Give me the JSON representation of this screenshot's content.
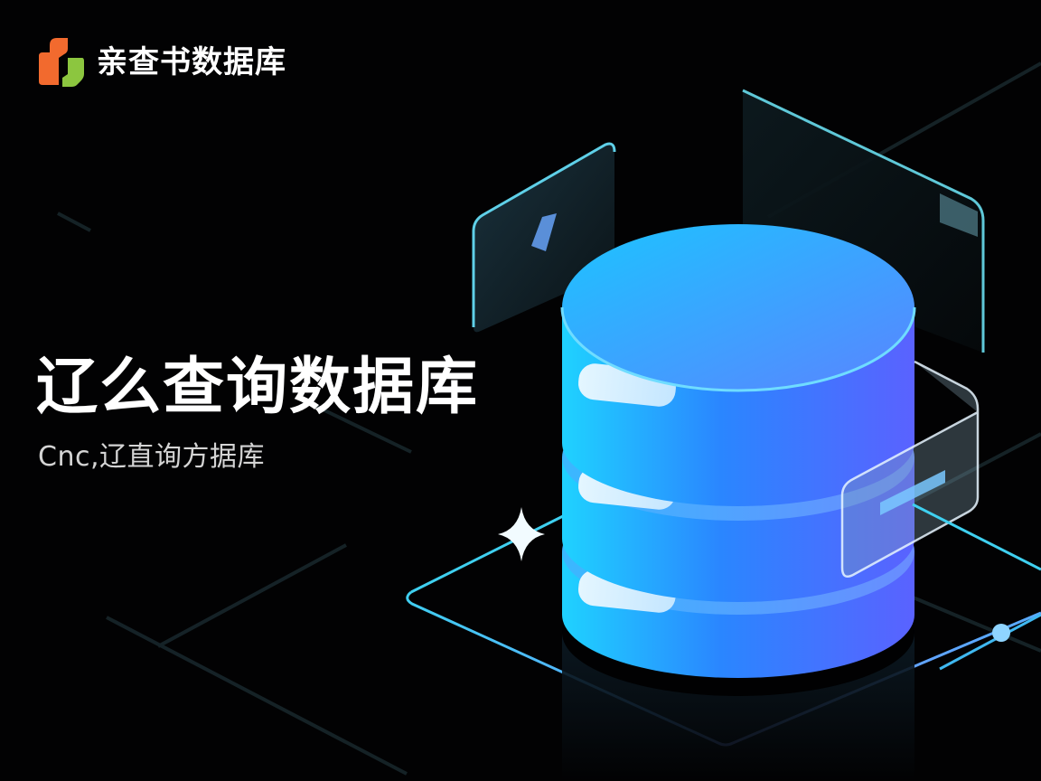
{
  "brand": {
    "name": "亲查书数据库",
    "logo_icon": "brand-logo-icon",
    "logo_colors": {
      "left": "#f26a2e",
      "right": "#8cc63f"
    }
  },
  "hero": {
    "title": "辽么查询数据库",
    "subtitle": "Cnc,辽直询方据库"
  },
  "illustration": {
    "subject": "database-cylinder-icon",
    "layers": 3,
    "colors": {
      "background": "#020203",
      "cylinder_top": "#2fa6ff",
      "cylinder_left": "#1fc6ff",
      "cylinder_right": "#5a6cff",
      "stripe": "#cfeeff",
      "outline": "#3fd0f0",
      "accent_violet": "#8a7cff"
    },
    "decorations": [
      "glass-panel-left",
      "glass-panel-right",
      "glass-bracket-panel",
      "sparkle-icon",
      "node-dot",
      "floor-diamond-outline"
    ]
  }
}
